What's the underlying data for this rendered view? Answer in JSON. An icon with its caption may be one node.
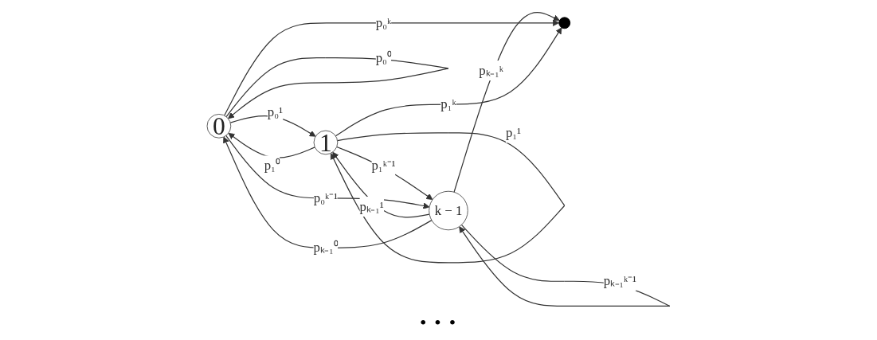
{
  "diagram": {
    "nodes": [
      {
        "text": [
          "0"
        ]
      },
      {
        "text": [
          "1"
        ]
      },
      {
        "text": [
          "k − 1"
        ]
      },
      {
        "text": [],
        "shape": "circle"
      }
    ],
    "edges": [
      {
        "from": 0,
        "to": 1,
        "arrow": "to",
        "label": "p₀¹"
      },
      {
        "from": 1,
        "to": 0,
        "arrow": "to",
        "label": "p₁⁰"
      },
      {
        "from": 1,
        "to": 2,
        "arrow": "to",
        "label": "p₁ᵏ⁻¹"
      },
      {
        "from": 2,
        "to": 1,
        "arrow": "to",
        "label": "pₖ₋₁¹"
      },
      {
        "from": 2,
        "to": 3,
        "arrow": "to",
        "label": "pₖ₋₁ᵏ"
      },
      {
        "from": 0,
        "to": 2,
        "arrow": "to",
        "label": "p₀ᵏ⁻¹"
      },
      {
        "from": 2,
        "to": 0,
        "arrow": "to",
        "label": "pₖ₋₁⁰"
      },
      {
        "from": 0,
        "to": 3,
        "arrow": "to",
        "label": "p₀ᵏ"
      },
      {
        "from": 1,
        "to": 3,
        "arrow": "to",
        "label": "p₁ᵏ"
      },
      {
        "from": 0,
        "to": 0,
        "arrow": "to",
        "label": "p₀⁰"
      },
      {
        "from": 1,
        "to": 1,
        "arrow": "to",
        "label": "p₁¹"
      },
      {
        "from": 2,
        "to": 2,
        "arrow": "to",
        "label": "pₖ₋₁ᵏ⁻¹"
      }
    ],
    "labels": [
      "• • •"
    ]
  }
}
